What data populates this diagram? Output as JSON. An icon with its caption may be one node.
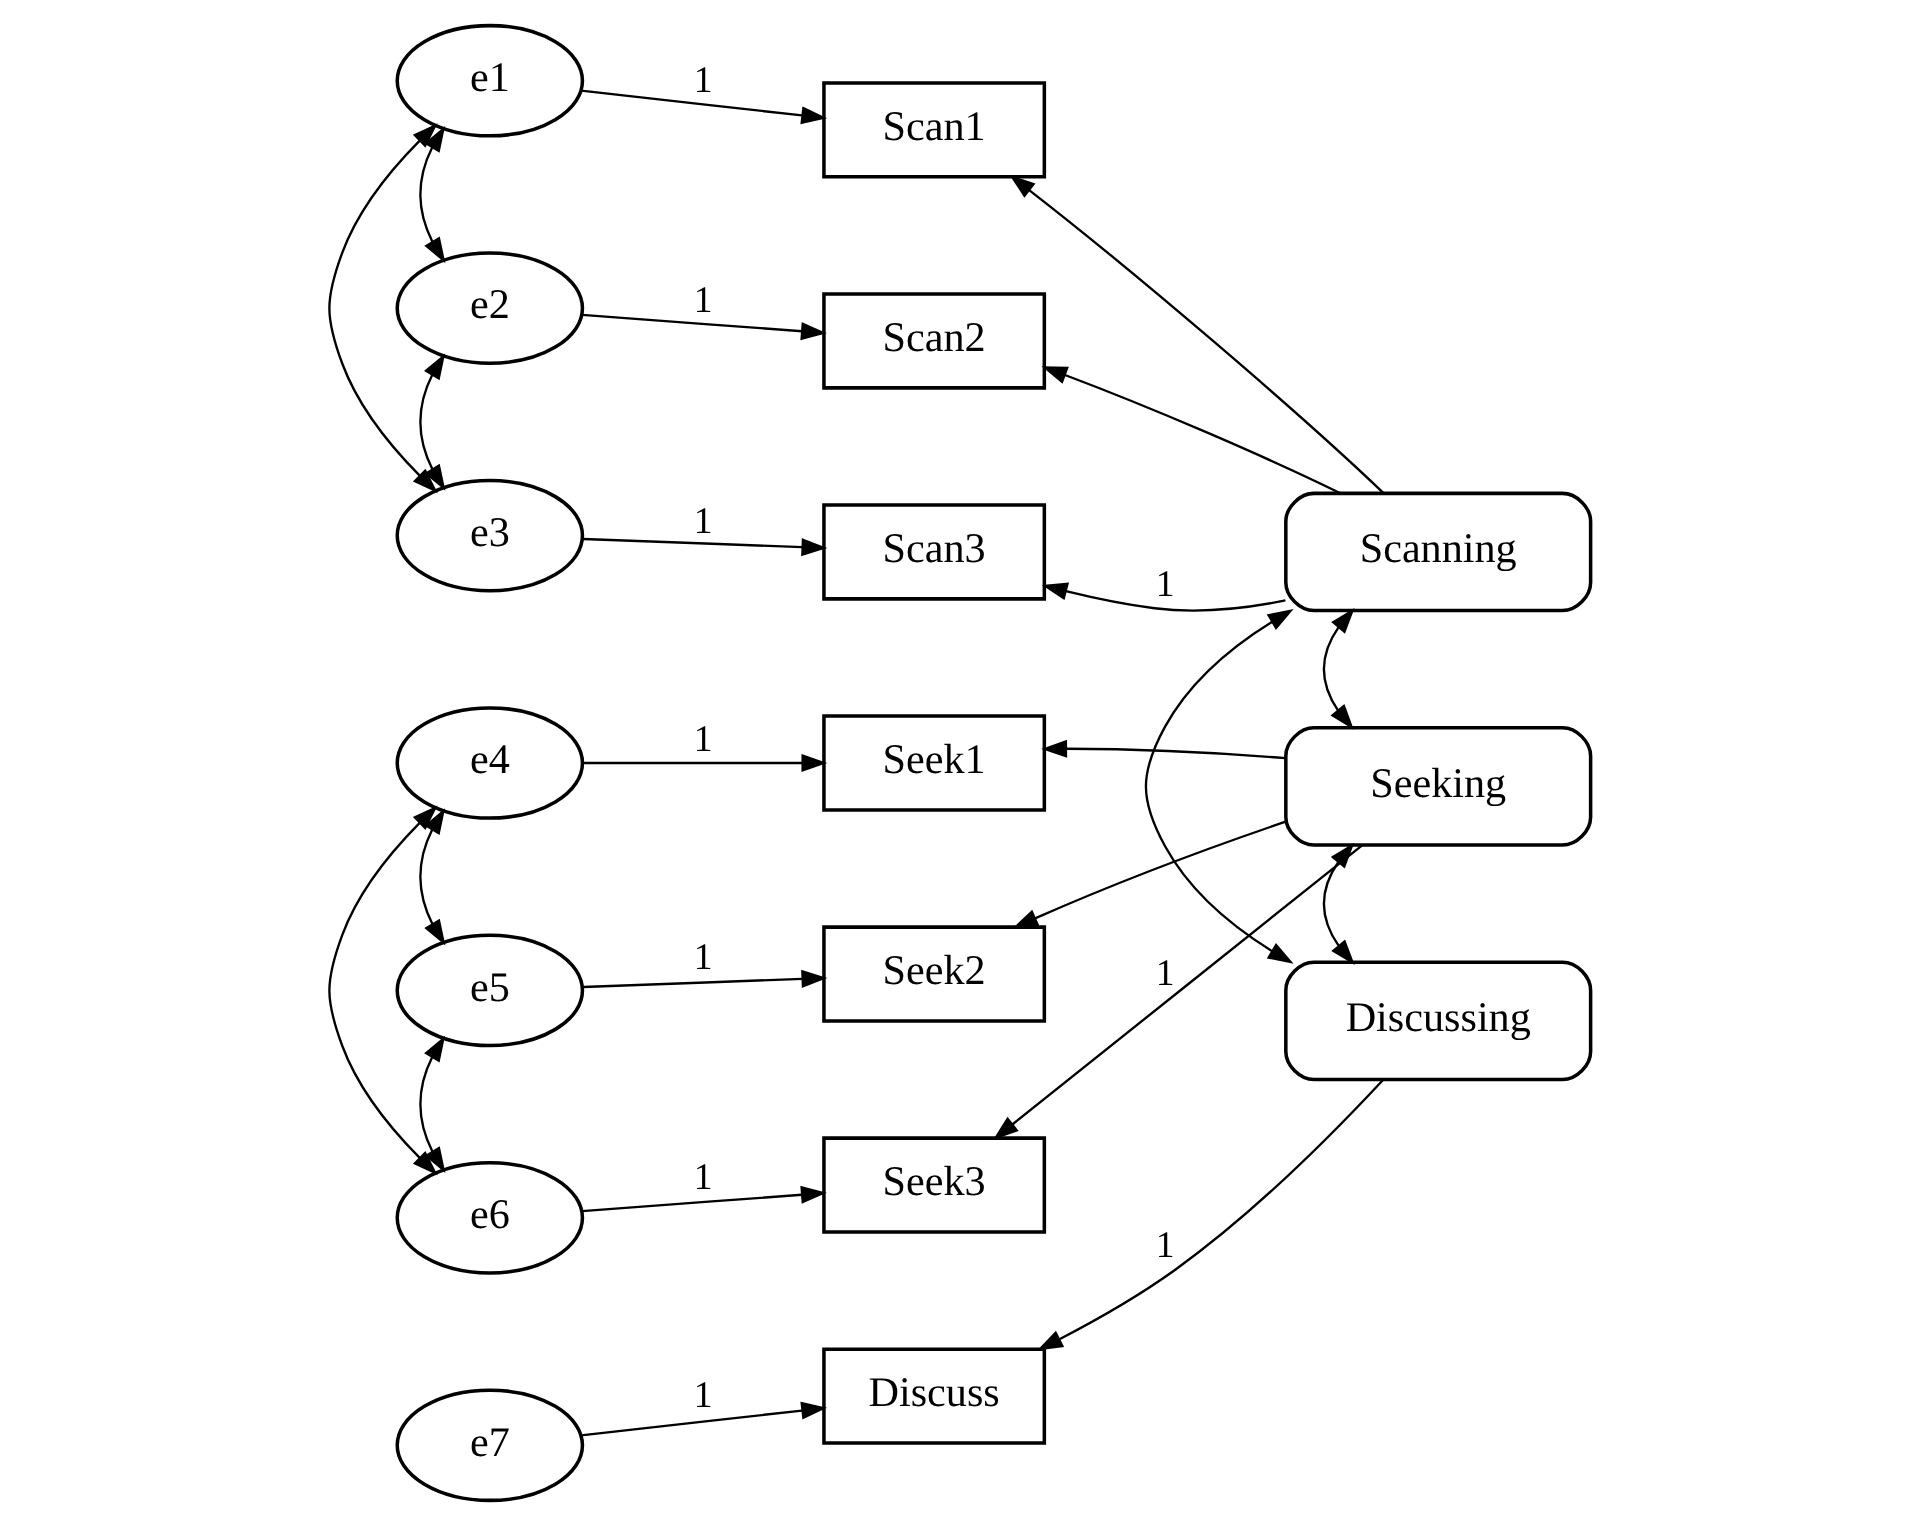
{
  "diagram": {
    "nodes": [
      {
        "text": [
          "e1"
        ]
      },
      {
        "text": [
          "Scan1"
        ]
      },
      {
        "text": [
          "e2"
        ]
      },
      {
        "text": [
          "Scan2"
        ]
      },
      {
        "text": [
          "Scanning"
        ]
      },
      {
        "text": [
          "e3"
        ]
      },
      {
        "text": [
          "Scan3"
        ]
      },
      {
        "text": [
          "e4"
        ]
      },
      {
        "text": [
          "Seek1"
        ]
      },
      {
        "text": [
          "e5"
        ]
      },
      {
        "text": [
          "Seek2"
        ]
      },
      {
        "text": [
          "Seeking"
        ]
      },
      {
        "text": [
          "e6"
        ]
      },
      {
        "text": [
          "Seek3"
        ]
      },
      {
        "text": [
          "e7"
        ]
      },
      {
        "text": [
          "Discuss"
        ]
      },
      {
        "text": [
          "Discussing"
        ]
      }
    ],
    "edges": [
      {
        "from": 0,
        "to": 1,
        "arrow": "to",
        "label": "1"
      },
      {
        "from": 2,
        "to": 3,
        "arrow": "to",
        "label": "1"
      },
      {
        "from": 5,
        "to": 6,
        "arrow": "to",
        "label": "1"
      },
      {
        "from": 4,
        "to": 1,
        "arrow": "to"
      },
      {
        "from": 4,
        "to": 3,
        "arrow": "to"
      },
      {
        "from": 4,
        "to": 6,
        "arrow": "to",
        "label": "1"
      },
      {
        "from": 0,
        "to": 2,
        "arrow": "both"
      },
      {
        "from": 2,
        "to": 5,
        "arrow": "both"
      },
      {
        "from": 0,
        "to": 5,
        "arrow": "both"
      },
      {
        "from": 7,
        "to": 8,
        "arrow": "to",
        "label": "1"
      },
      {
        "from": 9,
        "to": 10,
        "arrow": "to",
        "label": "1"
      },
      {
        "from": 12,
        "to": 13,
        "arrow": "to",
        "label": "1"
      },
      {
        "from": 11,
        "to": 8,
        "arrow": "to"
      },
      {
        "from": 11,
        "to": 10,
        "arrow": "to"
      },
      {
        "from": 11,
        "to": 13,
        "arrow": "to",
        "label": "1"
      },
      {
        "from": 7,
        "to": 9,
        "arrow": "both"
      },
      {
        "from": 9,
        "to": 12,
        "arrow": "both"
      },
      {
        "from": 7,
        "to": 12,
        "arrow": "both"
      },
      {
        "from": 14,
        "to": 15,
        "arrow": "to",
        "label": "1"
      },
      {
        "from": 16,
        "to": 15,
        "arrow": "to",
        "label": "1"
      },
      {
        "from": 4,
        "to": 11,
        "arrow": "both"
      },
      {
        "from": 4,
        "to": 16,
        "arrow": "both"
      },
      {
        "from": 11,
        "to": 16,
        "arrow": "both"
      }
    ]
  }
}
